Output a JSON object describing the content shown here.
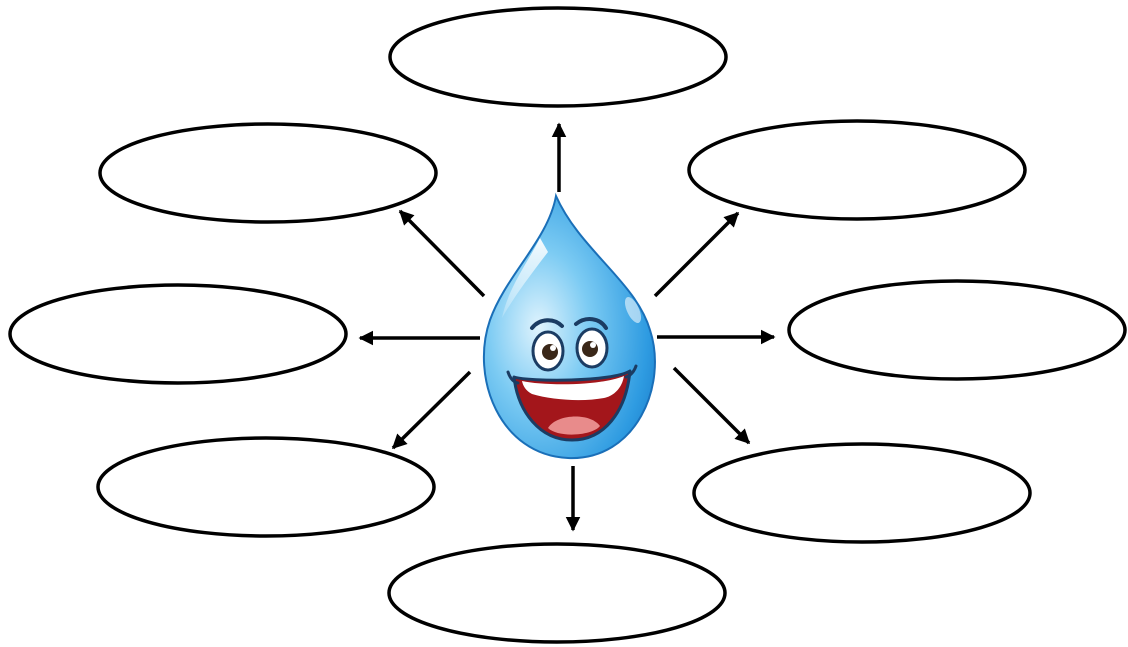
{
  "diagram": {
    "type": "spider-map",
    "center": {
      "icon": "smiling-water-drop-icon"
    },
    "branches": [
      {
        "id": "top",
        "text": ""
      },
      {
        "id": "upper-right",
        "text": ""
      },
      {
        "id": "right",
        "text": ""
      },
      {
        "id": "lower-right",
        "text": ""
      },
      {
        "id": "bottom",
        "text": ""
      },
      {
        "id": "lower-left",
        "text": ""
      },
      {
        "id": "left",
        "text": ""
      },
      {
        "id": "upper-left",
        "text": ""
      }
    ]
  },
  "colors": {
    "background": "#ffffff",
    "outline": "#000000",
    "drop_light": "#bfe6fb",
    "drop_mid": "#46b2ec",
    "drop_dark": "#1473c4",
    "mouth": "#a3161b",
    "tongue": "#e88b8b"
  }
}
